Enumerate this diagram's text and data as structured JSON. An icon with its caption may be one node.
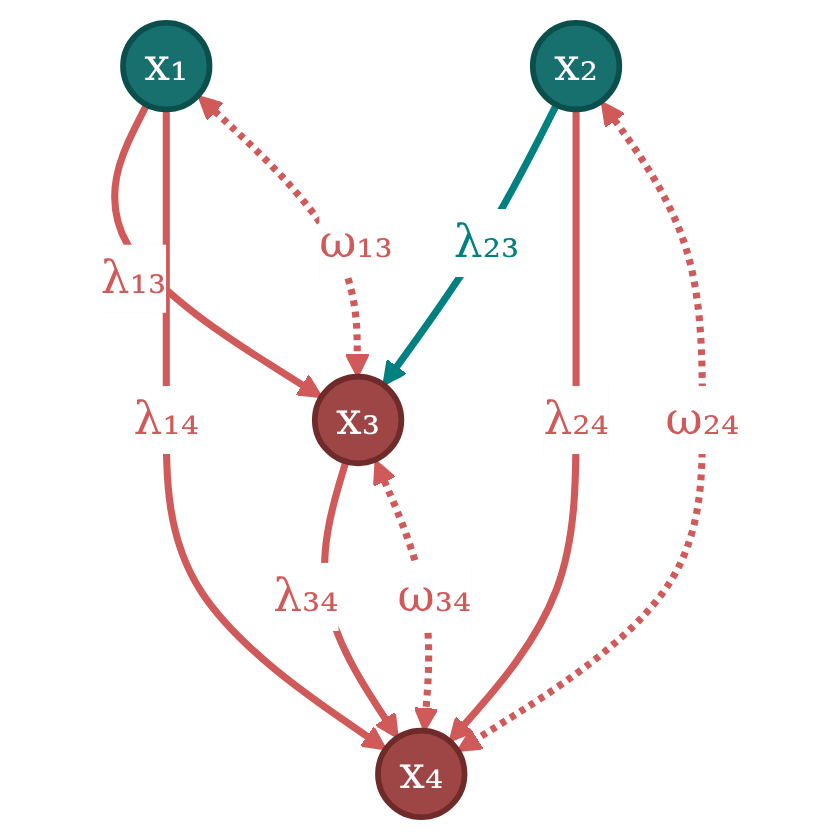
{
  "diagram": {
    "nodes": [
      {
        "text": [
          "x₁"
        ]
      },
      {
        "text": [
          "x₂"
        ]
      },
      {
        "text": [
          "x₃"
        ]
      },
      {
        "text": [
          "x₄"
        ]
      }
    ],
    "edges": [
      {
        "from": 0,
        "to": 2,
        "arrow": "to",
        "label": "λ₁₃"
      },
      {
        "from": 0,
        "to": 3,
        "arrow": "to",
        "label": "λ₁₄"
      },
      {
        "from": 1,
        "to": 2,
        "arrow": "to",
        "label": "λ₂₃",
        "color": "#00807e"
      },
      {
        "from": 1,
        "to": 3,
        "arrow": "to",
        "label": "λ₂₄"
      },
      {
        "from": 2,
        "to": 3,
        "arrow": "to",
        "label": "λ₃₄"
      },
      {
        "from": 0,
        "to": 2,
        "arrow": "both",
        "label": "ω₁₃",
        "style": "dashed"
      },
      {
        "from": 1,
        "to": 3,
        "arrow": "both",
        "label": "ω₂₄",
        "style": "dashed"
      },
      {
        "from": 2,
        "to": 3,
        "arrow": "both",
        "label": "ω₃₄",
        "style": "dashed"
      }
    ]
  }
}
